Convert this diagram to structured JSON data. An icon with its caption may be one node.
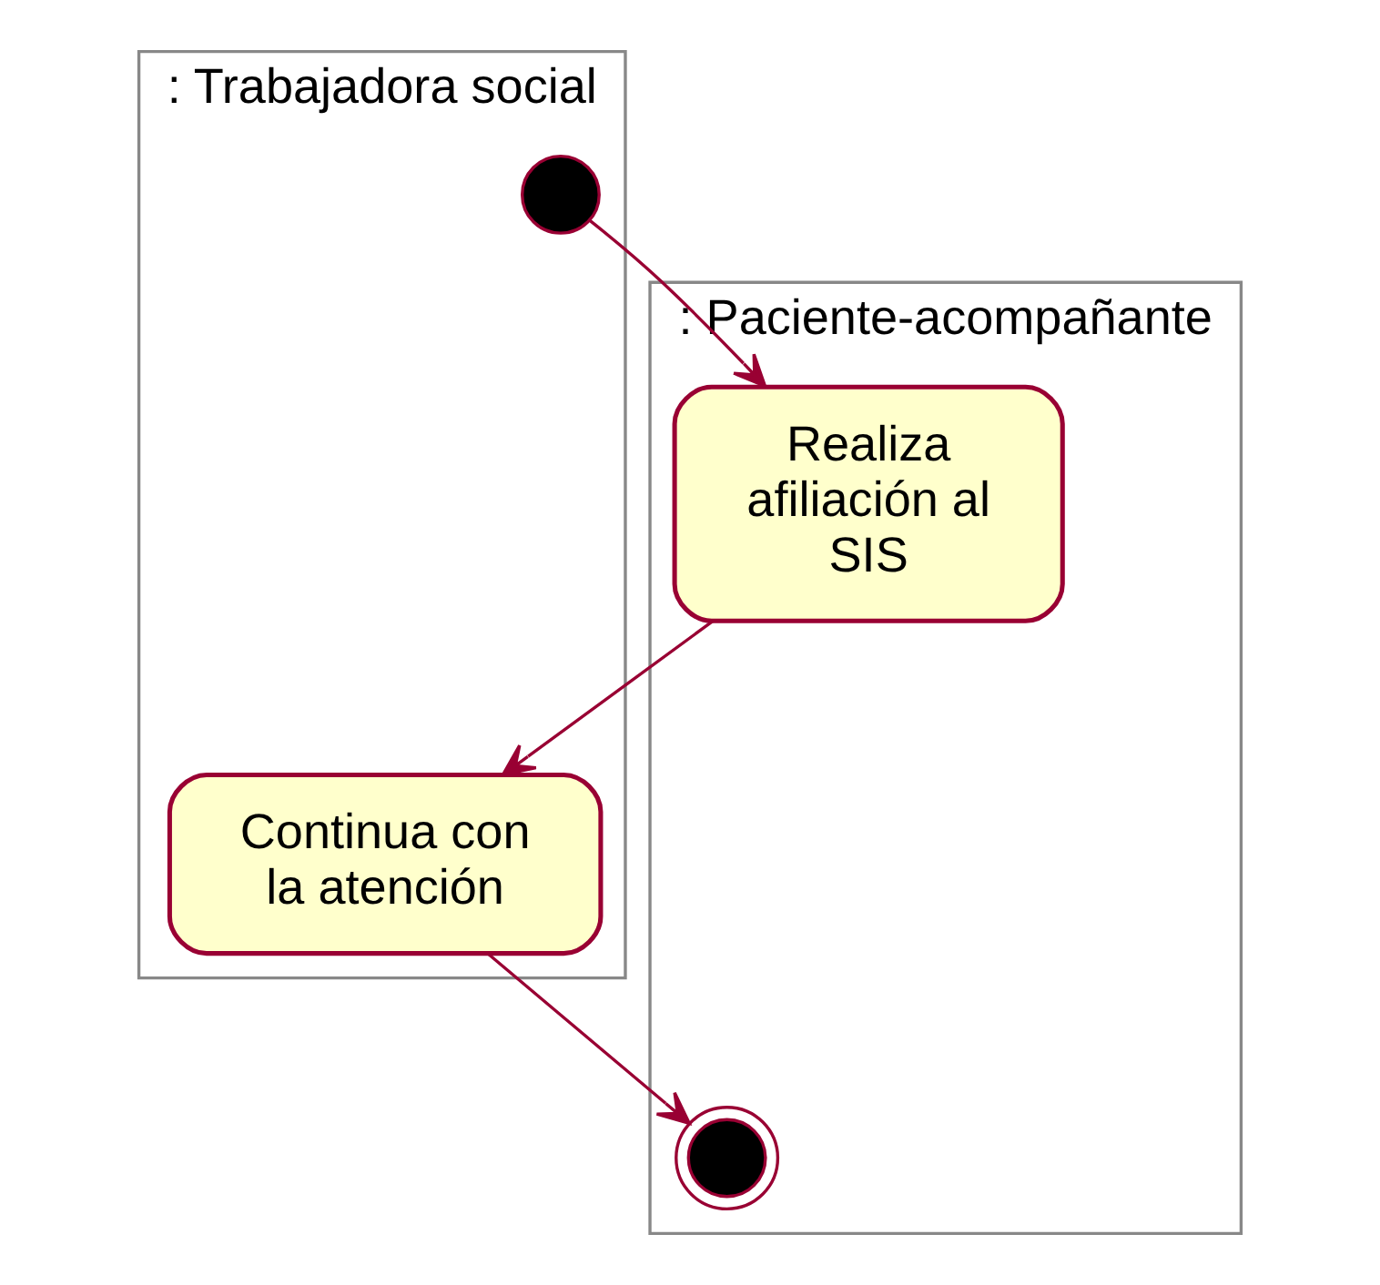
{
  "diagram": {
    "nodes": [
      {
        "text": [
          ": Trabajadora social"
        ]
      },
      {
        "text": [
          ": Paciente-acompañante"
        ]
      },
      {
        "text": [],
        "shape": "circle",
        "in": 0
      },
      {
        "text": [
          "Realiza afiliación al SIS"
        ],
        "in": 1
      },
      {
        "text": [
          "Continua con la atención"
        ],
        "in": 0
      },
      {
        "text": [],
        "shape": "circle",
        "in": 1
      }
    ],
    "edges": [
      {
        "from": 2,
        "to": 3,
        "arrow": "to"
      },
      {
        "from": 3,
        "to": 4,
        "arrow": "to"
      },
      {
        "from": 4,
        "to": 5,
        "arrow": "to"
      }
    ]
  }
}
